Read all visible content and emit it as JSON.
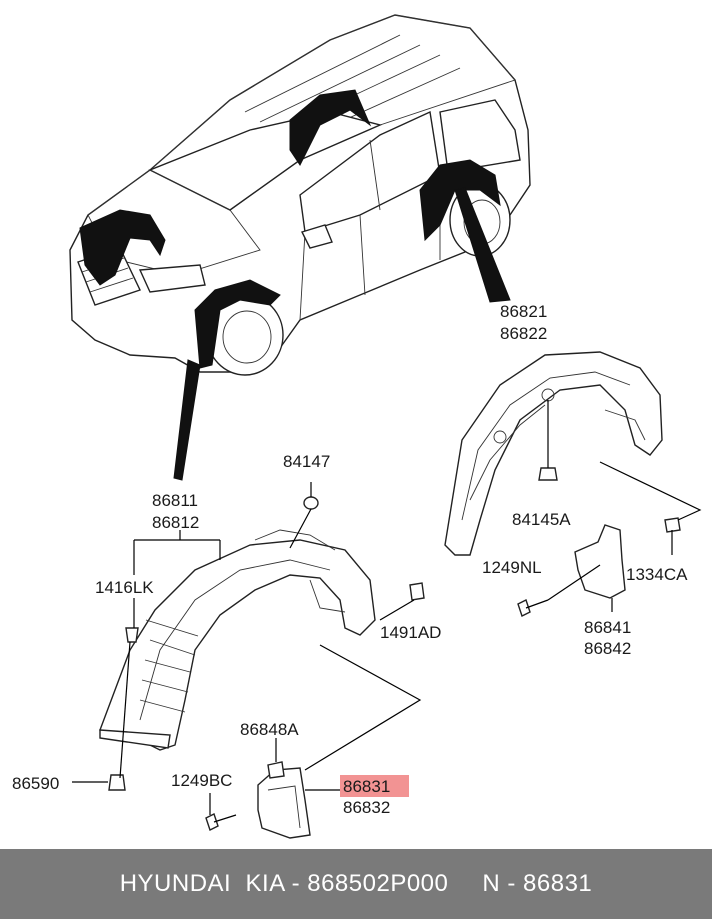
{
  "parts": {
    "rear_liner_upper": "86821",
    "rear_liner_lower": "86822",
    "front_liner_upper": "86811",
    "front_liner_lower": "86812",
    "clip_84147": "84147",
    "nut_84145a": "84145A",
    "clip_1416lk": "1416LK",
    "clip_1491ad": "1491AD",
    "screw_1249nl": "1249NL",
    "clip_1334ca": "1334CA",
    "mudguard_rear_upper": "86841",
    "mudguard_rear_lower": "86842",
    "clip_86848a": "86848A",
    "screw_1249bc": "1249BC",
    "mudguard_front_upper": "86831",
    "mudguard_front_lower": "86832",
    "bolt_86590": "86590"
  },
  "highlight": {
    "part": "86831",
    "color": "#f08080"
  },
  "footer": {
    "brand": "HYUNDAI  KIA - 868502P000",
    "ref": "N - 86831",
    "background": "#7a7a7a"
  }
}
